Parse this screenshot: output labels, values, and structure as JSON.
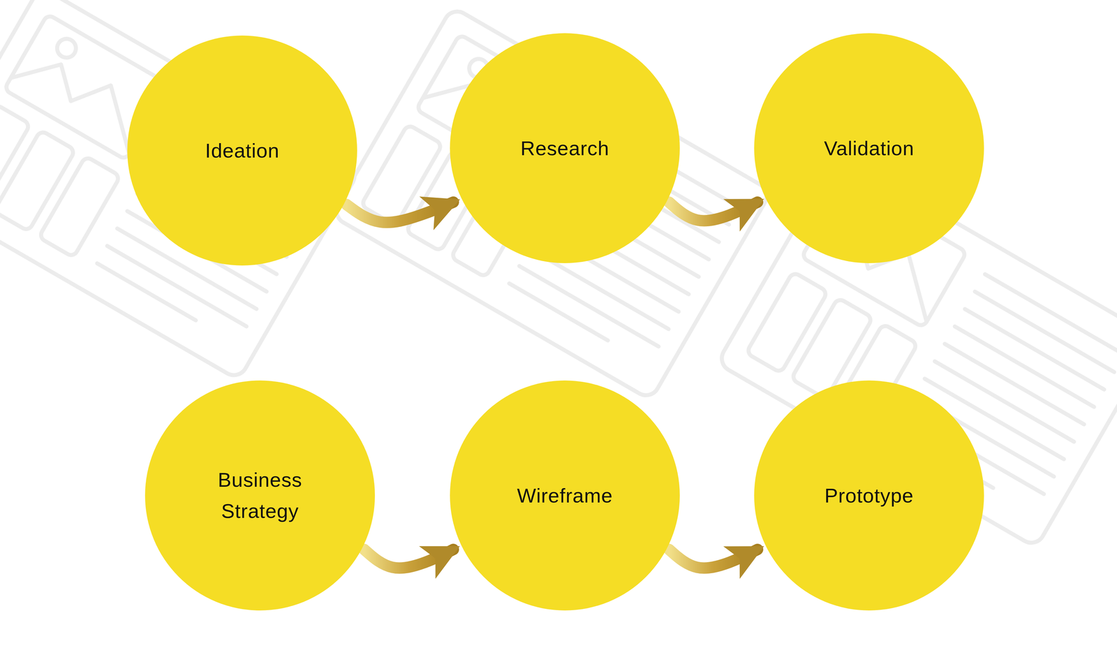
{
  "diagram": {
    "nodes": [
      {
        "text": [
          "Ideation"
        ]
      },
      {
        "text": [
          "Research"
        ]
      },
      {
        "text": [
          "Validation"
        ]
      },
      {
        "text": [
          "Business Strategy"
        ]
      },
      {
        "text": [
          "Wireframe"
        ]
      },
      {
        "text": [
          "Prototype"
        ]
      }
    ],
    "edges": [
      {
        "from": 0,
        "to": 1,
        "arrow": "to"
      },
      {
        "from": 1,
        "to": 2,
        "arrow": "to"
      },
      {
        "from": 3,
        "to": 4,
        "arrow": "to"
      },
      {
        "from": 4,
        "to": 5,
        "arrow": "to"
      }
    ]
  }
}
